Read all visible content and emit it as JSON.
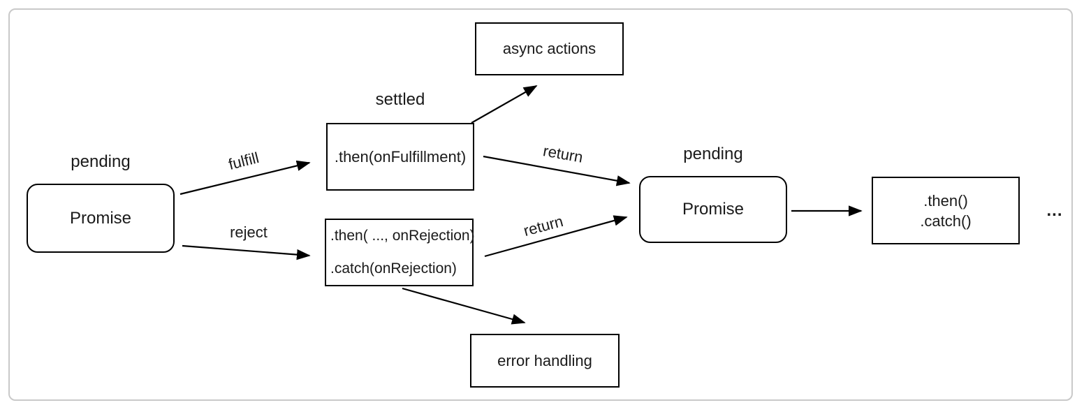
{
  "diagram": {
    "type": "flowchart",
    "subject": "JavaScript Promise lifecycle",
    "nodes": {
      "promise_initial": {
        "label": "Promise",
        "state": "pending"
      },
      "then_fulfillment": {
        "label": ".then(onFulfillment)",
        "state": "settled"
      },
      "rejection_handlers": {
        "line1": ".then( ..., onRejection)",
        "line2": ".catch(onRejection)"
      },
      "async_actions": {
        "label": "async actions"
      },
      "error_handling": {
        "label": "error handling"
      },
      "promise_next": {
        "label": "Promise",
        "state": "pending"
      },
      "then_catch_chain": {
        "line1": ".then()",
        "line2": ".catch()"
      },
      "continuation": {
        "label": "..."
      }
    },
    "edge_labels": {
      "fulfill": "fulfill",
      "reject": "reject",
      "return_fulfilled": "return",
      "return_rejected": "return"
    },
    "edges": [
      {
        "from": "promise_initial",
        "to": "then_fulfillment",
        "label": "fulfill"
      },
      {
        "from": "promise_initial",
        "to": "rejection_handlers",
        "label": "reject"
      },
      {
        "from": "then_fulfillment",
        "to": "async_actions",
        "label": ""
      },
      {
        "from": "then_fulfillment",
        "to": "promise_next",
        "label": "return"
      },
      {
        "from": "rejection_handlers",
        "to": "promise_next",
        "label": "return"
      },
      {
        "from": "rejection_handlers",
        "to": "error_handling",
        "label": ""
      },
      {
        "from": "promise_next",
        "to": "then_catch_chain",
        "label": ""
      }
    ],
    "colors": {
      "node_border": "#000000",
      "arrow": "#000000",
      "text": "#1a1a1a",
      "card_border": "#c9c9c9",
      "background": "#ffffff"
    }
  }
}
